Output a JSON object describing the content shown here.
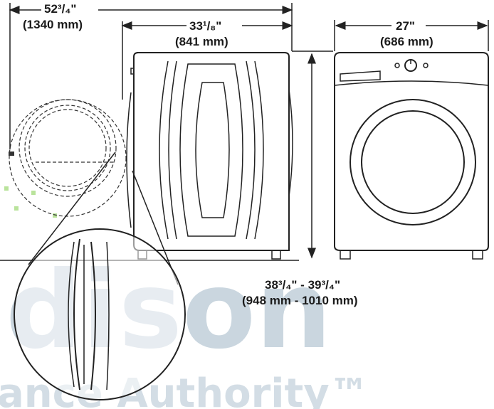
{
  "dimensions": {
    "door_open_depth": {
      "imperial": "52³/₄\"",
      "metric": "(1340 mm)"
    },
    "depth": {
      "imperial": "33¹/₈\"",
      "metric": "(841 mm)"
    },
    "width": {
      "imperial": "27\"",
      "metric": "(686 mm)"
    },
    "height": {
      "imperial": "38³/₄\" - 39³/₄\"",
      "metric": "(948 mm - 1010 mm)"
    }
  },
  "watermark": {
    "line1": "dison",
    "line2": "ance Authority™"
  },
  "colors": {
    "line": "#222222",
    "watermark": "#9fb6c6",
    "accent_dots": "#8cd25a"
  }
}
